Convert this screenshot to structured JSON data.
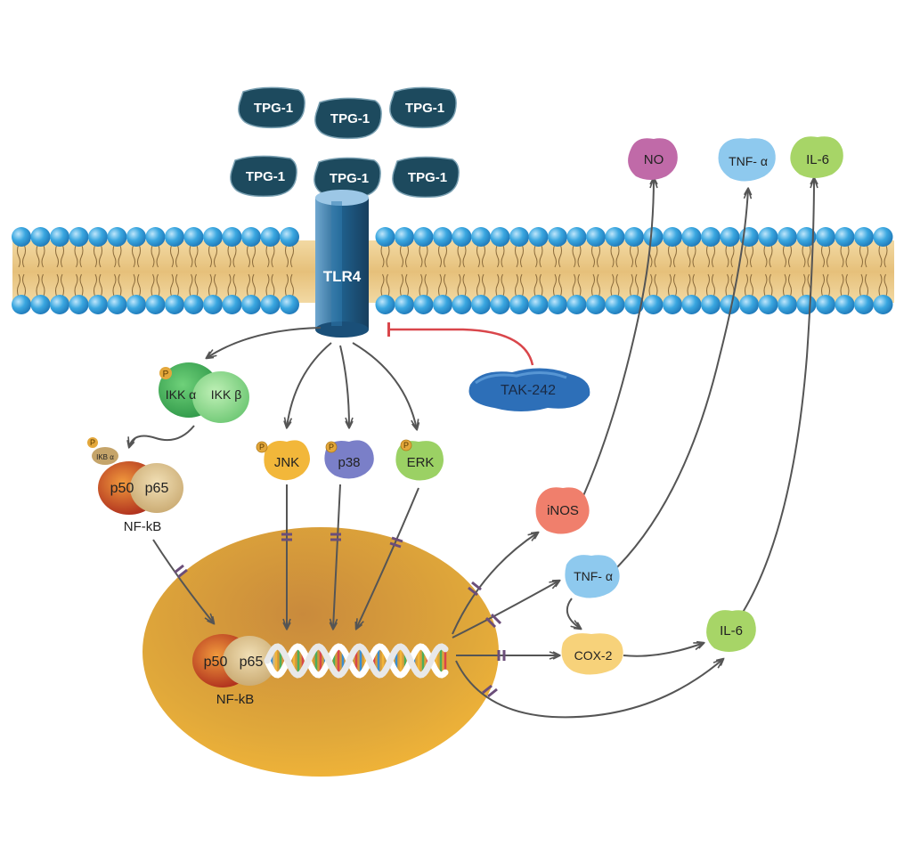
{
  "ligands": [
    {
      "id": "tpg1a",
      "label": "TPG-1"
    },
    {
      "id": "tpg1b",
      "label": "TPG-1"
    },
    {
      "id": "tpg1c",
      "label": "TPG-1"
    },
    {
      "id": "tpg1d",
      "label": "TPG-1"
    },
    {
      "id": "tpg1e",
      "label": "TPG-1"
    },
    {
      "id": "tpg1f",
      "label": "TPG-1"
    }
  ],
  "receptor": {
    "label": "TLR4"
  },
  "inhibitor": {
    "label": "TAK-242"
  },
  "ikk": {
    "alpha": "IKK α",
    "beta": "IKK β",
    "phospho": "P"
  },
  "nfkb_cytoplasm": {
    "ikba": "IKB α",
    "phospho": "P",
    "p50": "p50",
    "p65": "p65",
    "name": "NF-kB"
  },
  "mapk": [
    {
      "label": "JNK",
      "phospho": "P"
    },
    {
      "label": "p38",
      "phospho": "P"
    },
    {
      "label": "ERK",
      "phospho": "P"
    }
  ],
  "nfkb_nucleus": {
    "p50": "p50",
    "p65": "p65",
    "name": "NF-kB"
  },
  "products": {
    "inos": "iNOS",
    "tnf": "TNF- α",
    "cox2": "COX-2",
    "il6": "IL-6"
  },
  "secreted": {
    "no": "NO",
    "tnf": "TNF- α",
    "il6": "IL-6"
  },
  "colors": {
    "tpg": "#1d4a5e",
    "tlr4": "#1f5f8b",
    "lipid_head": "#3aa7e0",
    "lipid_tail": "#e8c98a",
    "nucleus": "#e0a83a",
    "tak242": "#2d6fb8",
    "inhibit_line": "#d9464b",
    "arrow": "#555555"
  }
}
